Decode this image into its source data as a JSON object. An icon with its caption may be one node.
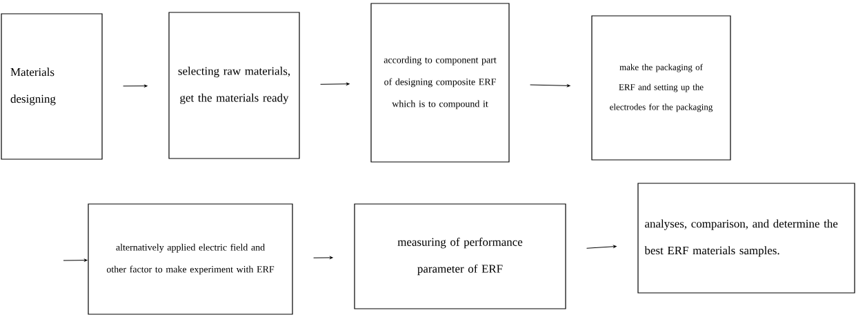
{
  "diagram": {
    "nodes": [
      {
        "text": [
          "Materials designing"
        ]
      },
      {
        "text": [
          "selecting raw materials, get the materials ready"
        ]
      },
      {
        "text": [
          "according to component part of designing composite ERF which is to compound it"
        ]
      },
      {
        "text": [
          "make the packaging of ERF and setting up the electrodes for the packaging"
        ]
      },
      {
        "text": [
          "alternatively applied electric field and other factor to make experiment with ERF"
        ]
      },
      {
        "text": [
          "measuring of performance parameter of ERF"
        ]
      },
      {
        "text": [
          "analyses, comparison, and determine the best ERF materials samples."
        ]
      }
    ],
    "edges": [
      {
        "from": 0,
        "to": 1,
        "arrow": "to"
      },
      {
        "from": 1,
        "to": 2,
        "arrow": "to"
      },
      {
        "from": 2,
        "to": 3,
        "arrow": "to"
      },
      {
        "from": null,
        "to": 4,
        "arrow": "to"
      },
      {
        "from": 4,
        "to": 5,
        "arrow": "to"
      },
      {
        "from": 5,
        "to": 6,
        "arrow": "to"
      }
    ]
  }
}
